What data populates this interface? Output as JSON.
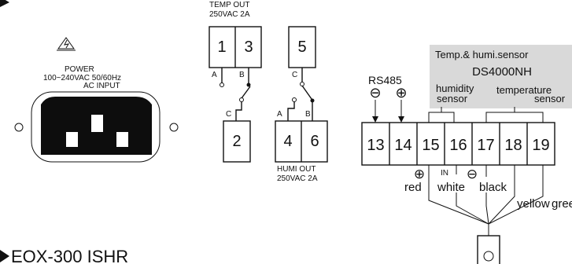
{
  "model_title": "EOX-300 ISHR",
  "power": {
    "label": "POWER",
    "voltage": "100~240VAC 50/60Hz",
    "input": "AC INPUT"
  },
  "temp_out": {
    "title": "TEMP OUT",
    "rating": "250VAC 2A",
    "terminals": [
      "1",
      "3",
      "2"
    ],
    "contacts": [
      "A",
      "B",
      "C"
    ]
  },
  "humi_out": {
    "title": "HUMI OUT",
    "rating": "250VAC 2A",
    "terminals": [
      "5",
      "4",
      "6"
    ],
    "contacts": [
      "C",
      "A",
      "B"
    ]
  },
  "sensor": {
    "title": "Temp.& humi.sensor",
    "model": "DS4000NH",
    "humidity_label": [
      "humidity",
      "sensor"
    ],
    "temperature_label": [
      "temperature",
      "sensor"
    ],
    "background": "#d9d9d9"
  },
  "rs485": {
    "label": "RS485",
    "minus": "⊖",
    "plus": "⊕"
  },
  "terminal_strip": [
    "13",
    "14",
    "15",
    "16",
    "17",
    "18",
    "19"
  ],
  "wires": {
    "plus_mark": "⊕",
    "in_mark": "IN",
    "minus_mark": "⊖",
    "colors": [
      "red",
      "white",
      "black",
      "yellow",
      "green"
    ]
  }
}
